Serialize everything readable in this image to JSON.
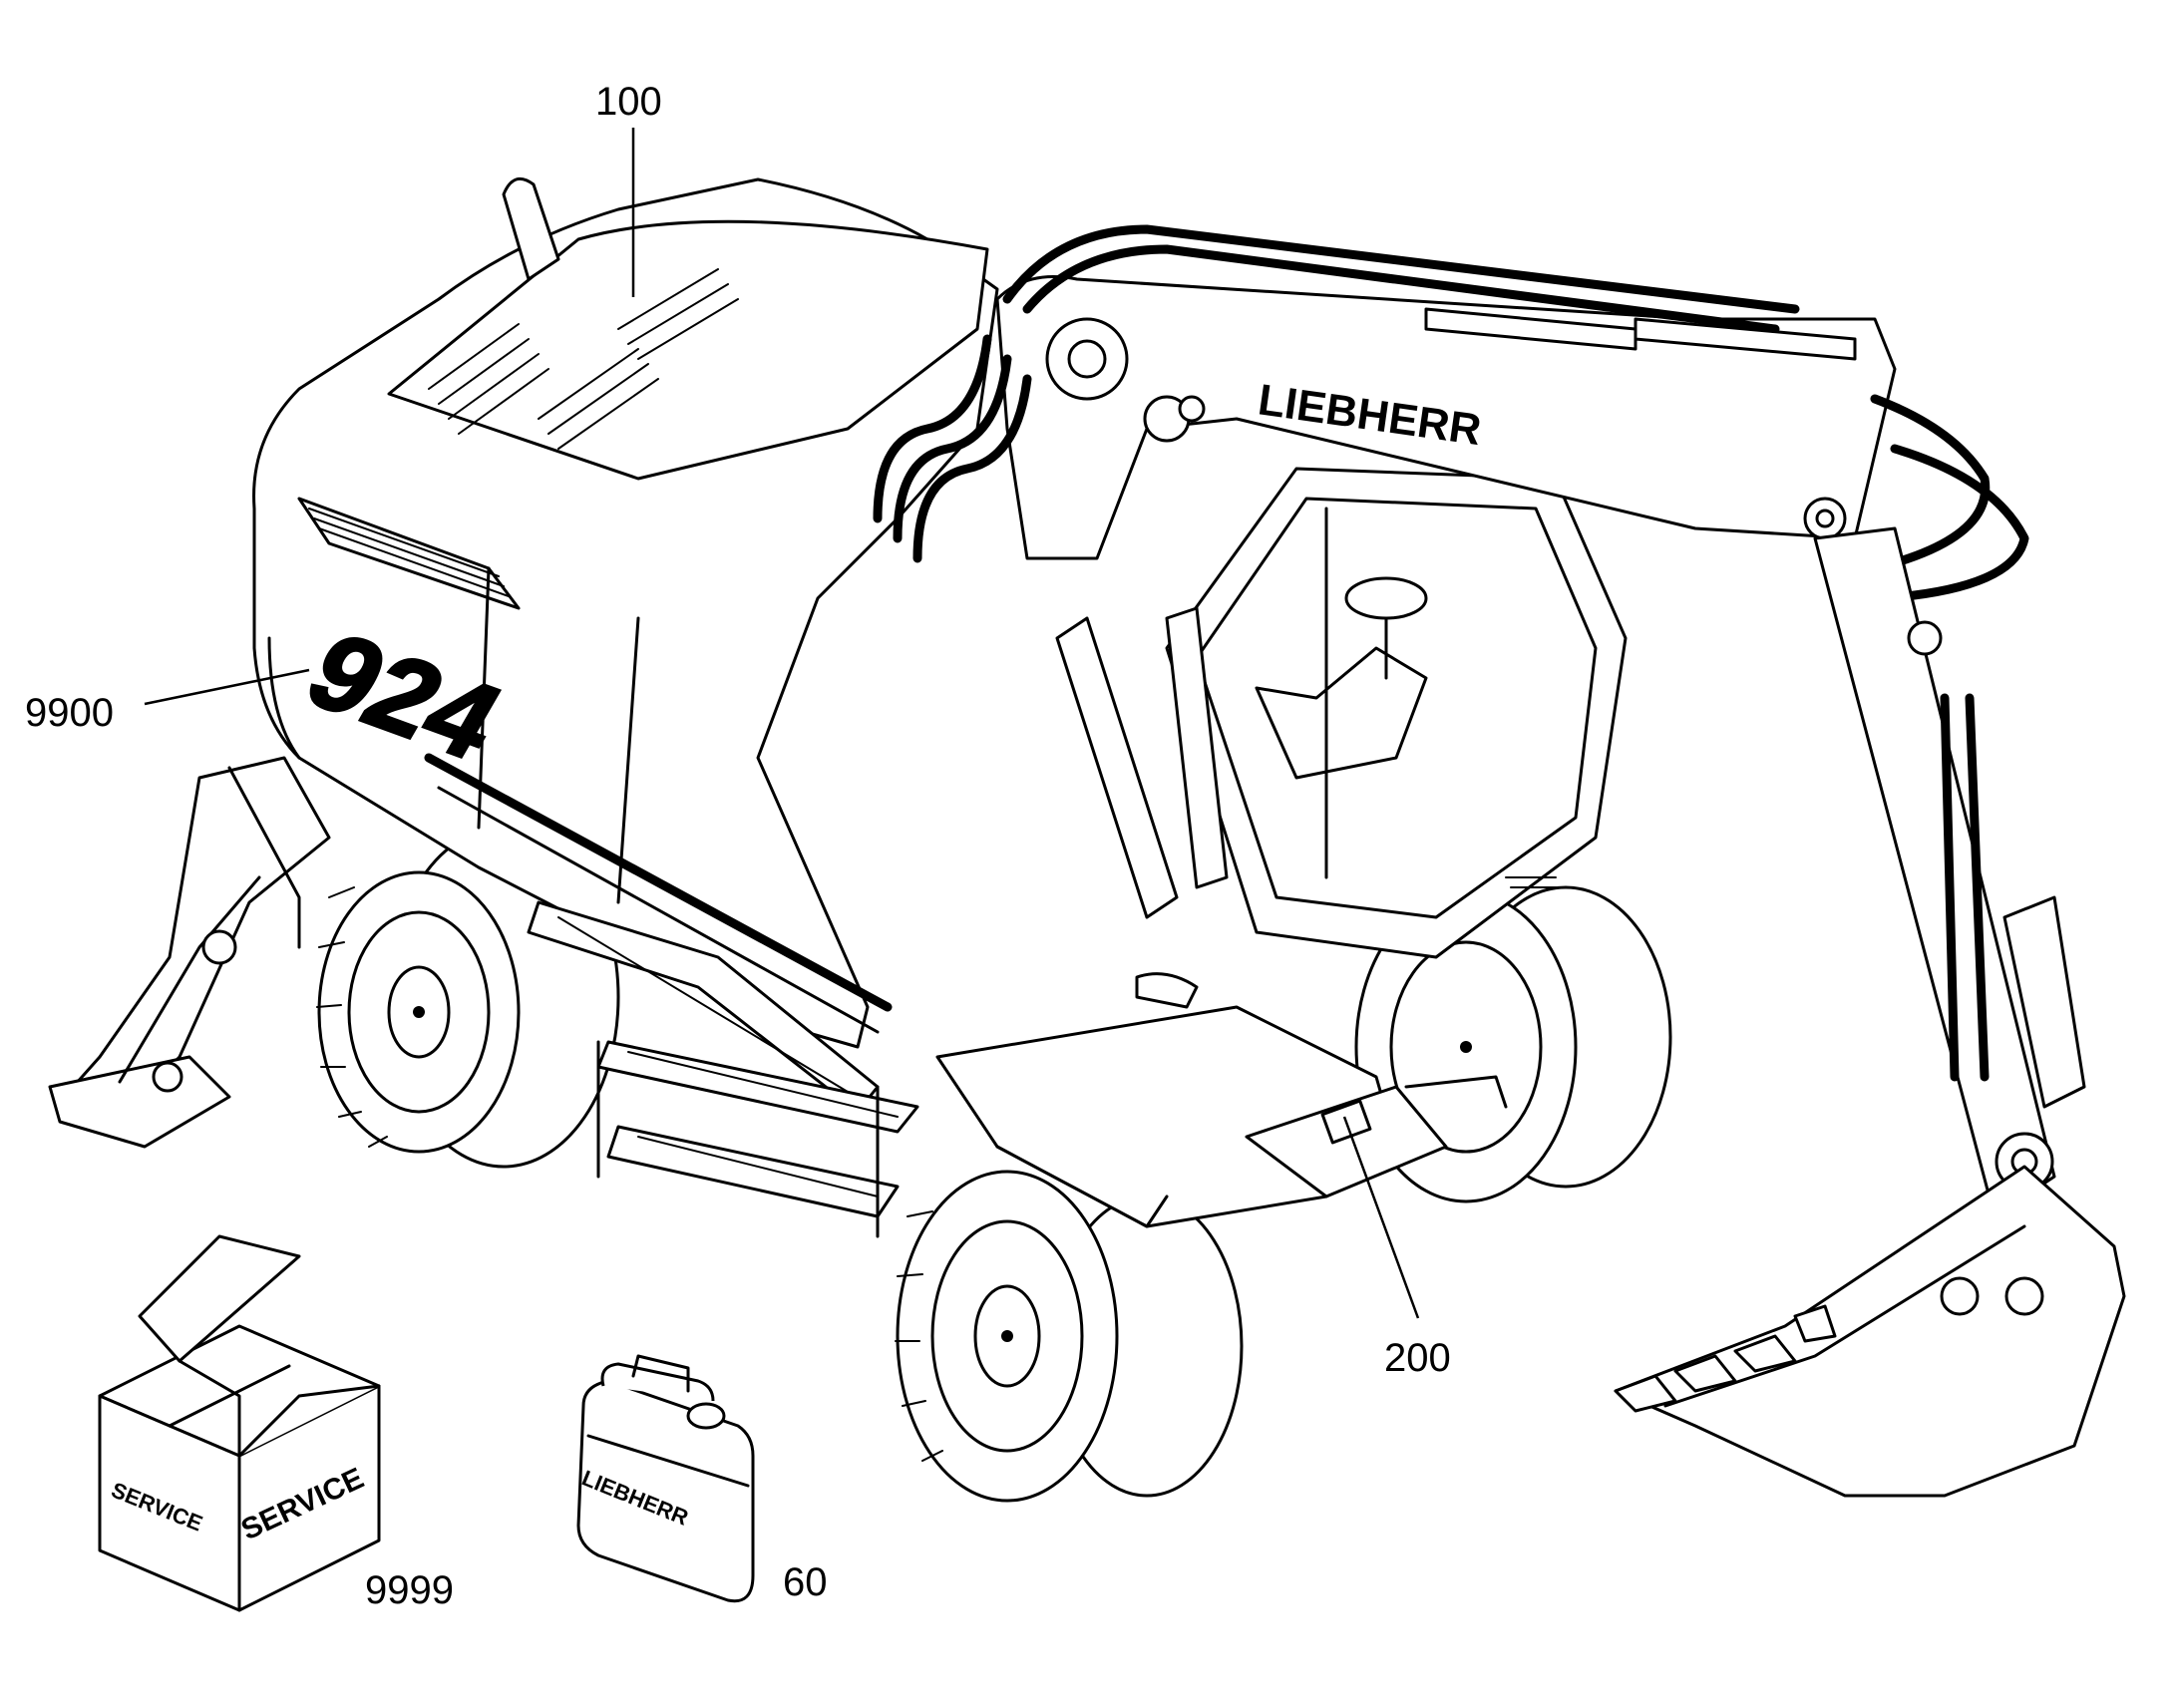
{
  "callouts": {
    "c100": "100",
    "c9900": "9900",
    "c200": "200",
    "c9999": "9999",
    "c60": "60"
  },
  "machine": {
    "boom_brand": "LIEBHERR",
    "model_number": "924"
  },
  "service_box": {
    "front_label": "SERVICE",
    "side_label": "SERVICE"
  },
  "canister": {
    "brand": "LIEBHERR"
  }
}
